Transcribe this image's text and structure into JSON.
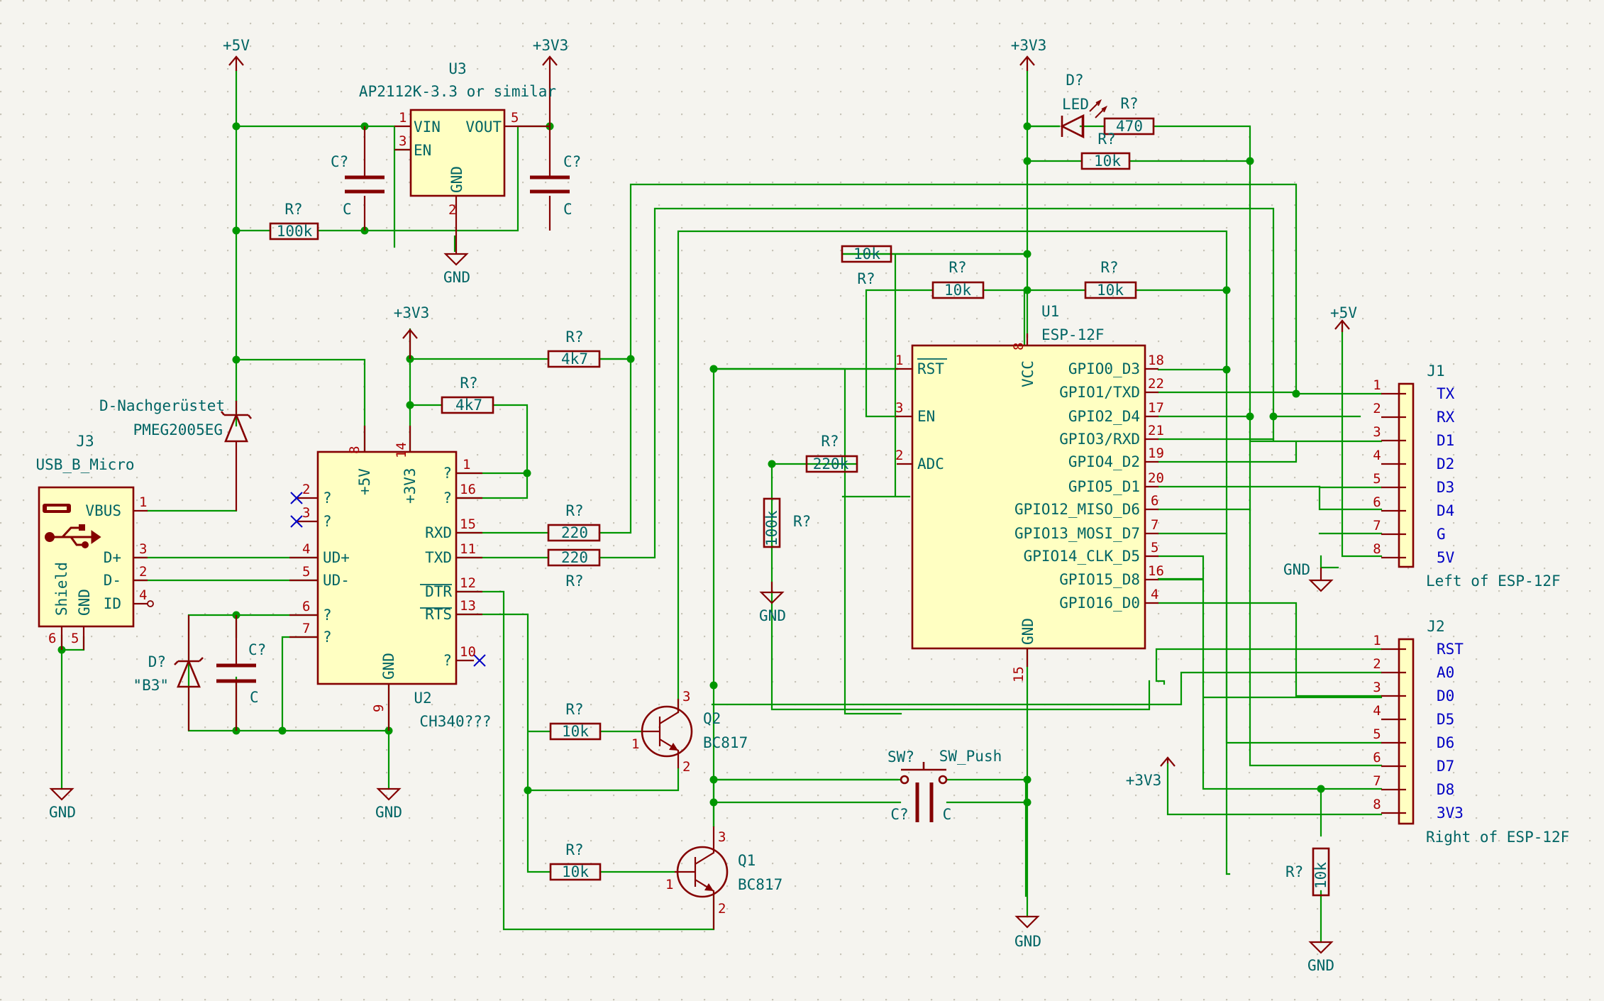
{
  "power": {
    "p5v_top": "+5V",
    "p3v3_ldo": "+3V3",
    "p3v3_ch340": "+3V3",
    "p3v3_esp": "+3V3",
    "p5v_j1": "+5V",
    "p3v3_j2": "+3V3",
    "gnd_ldo": "GND",
    "gnd_usb": "GND",
    "gnd_ch340": "GND",
    "gnd_adc": "GND",
    "gnd_j1": "GND",
    "gnd_esp": "GND",
    "gnd_j2": "GND"
  },
  "u3": {
    "ref": "U3",
    "value": "AP2112K-3.3 or similar",
    "vin": "VIN",
    "en": "EN",
    "vout": "VOUT",
    "gnd": "GND",
    "pin1": "1",
    "pin3": "3",
    "pin5": "5",
    "pin2": "2"
  },
  "caps": {
    "c_ldo_in_ref": "C?",
    "c_ldo_in_val": "C",
    "c_ldo_out_ref": "C?",
    "c_ldo_out_val": "C",
    "c_usb_ref": "C?",
    "c_usb_val": "C",
    "c_sw_ref": "C?",
    "c_sw_val": "C"
  },
  "resistors": {
    "r_100k_ldo_ref": "R?",
    "r_100k_ldo_val": "100k",
    "r_4k7_a_ref": "R?",
    "r_4k7_a_val": "4k7",
    "r_4k7_b_ref": "R?",
    "r_4k7_b_val": "4k7",
    "r_220_a_ref": "R?",
    "r_220_a_val": "220",
    "r_220_b_ref": "R?",
    "r_220_b_val": "220",
    "r_10k_q2_ref": "R?",
    "r_10k_q2_val": "10k",
    "r_10k_q1_ref": "R?",
    "r_10k_q1_val": "10k",
    "r_470_ref": "R?",
    "r_470_val": "470",
    "r_10k_led_ref": "R?",
    "r_10k_led_val": "10k",
    "r_10k_rst_ref": "R?",
    "r_10k_rst_val": "10k",
    "r_10k_en_ref": "R?",
    "r_10k_en_val": "10k",
    "r_10k_gpio0_ref": "R?",
    "r_10k_gpio0_val": "10k",
    "r_220k_ref": "R?",
    "r_220k_val": "220k",
    "r_100k_adc_ref": "R?",
    "r_100k_adc_val": "100k",
    "r_10k_j2_ref": "R?",
    "r_10k_j2_val": "10k"
  },
  "diodes": {
    "d_schottky_ref": "D-Nachgerüstet",
    "d_schottky_val": "PMEG2005EG",
    "d_zener_ref": "D?",
    "d_zener_val": "\"B3\"",
    "d_led_ref": "D?",
    "d_led_val": "LED"
  },
  "j3": {
    "ref": "J3",
    "value": "USB_B_Micro",
    "vbus": "VBUS",
    "dp": "D+",
    "dm": "D-",
    "id": "ID",
    "shield": "Shield",
    "gnd": "GND",
    "pin1": "1",
    "pin3": "3",
    "pin2": "2",
    "pin4": "4",
    "pin6": "6",
    "pin5": "5"
  },
  "u2": {
    "ref": "U2",
    "value": "CH340???",
    "p5v": "+5V",
    "p3v3": "+3V3",
    "gnd": "GND",
    "q1": "?",
    "q2": "?",
    "q3": "?",
    "q4": "?",
    "q5": "?",
    "q6": "?",
    "q7": "?",
    "udp": "UD+",
    "udm": "UD-",
    "rxd": "RXD",
    "txd": "TXD",
    "dtr": "DTR",
    "rts": "RTS",
    "pin8": "8",
    "pin14": "14",
    "pin9": "9",
    "pin2": "2",
    "pin3": "3",
    "pin4": "4",
    "pin5": "5",
    "pin6": "6",
    "pin7": "7",
    "pin1": "1",
    "pin16": "16",
    "pin15": "15",
    "pin11": "11",
    "pin12": "12",
    "pin13": "13",
    "pin10": "10"
  },
  "q2": {
    "ref": "Q2",
    "value": "BC817",
    "b": "1",
    "c": "3",
    "e": "2"
  },
  "q1": {
    "ref": "Q1",
    "value": "BC817",
    "b": "1",
    "c": "3",
    "e": "2"
  },
  "sw": {
    "ref": "SW?",
    "value": "SW_Push"
  },
  "u1": {
    "ref": "U1",
    "value": "ESP-12F",
    "rst": "RST",
    "en": "EN",
    "adc": "ADC",
    "vcc": "VCC",
    "gnd": "GND",
    "gpio0": "GPIO0_D3",
    "gpio1": "GPIO1/TXD",
    "gpio2": "GPIO2_D4",
    "gpio3": "GPIO3/RXD",
    "gpio4": "GPIO4_D2",
    "gpio5": "GPIO5_D1",
    "gpio12": "GPIO12_MISO_D6",
    "gpio13": "GPIO13_MOSI_D7",
    "gpio14": "GPIO14_CLK_D5",
    "gpio15": "GPIO15_D8",
    "gpio16": "GPIO16_D0",
    "pin1": "1",
    "pin3": "3",
    "pin2": "2",
    "pin8": "8",
    "pin15": "15",
    "pin18": "18",
    "pin22": "22",
    "pin17": "17",
    "pin21": "21",
    "pin19": "19",
    "pin20": "20",
    "pin6": "6",
    "pin7": "7",
    "pin5": "5",
    "pin16": "16",
    "pin4": "4"
  },
  "j1": {
    "ref": "J1",
    "value": "Left of ESP-12F",
    "labels": [
      "TX",
      "RX",
      "D1",
      "D2",
      "D3",
      "D4",
      "G",
      "5V"
    ],
    "pins": [
      "1",
      "2",
      "3",
      "4",
      "5",
      "6",
      "7",
      "8"
    ]
  },
  "j2": {
    "ref": "J2",
    "value": "Right of ESP-12F",
    "labels": [
      "RST",
      "A0",
      "D0",
      "D5",
      "D6",
      "D7",
      "D8",
      "3V3"
    ],
    "pins": [
      "1",
      "2",
      "3",
      "4",
      "5",
      "6",
      "7",
      "8"
    ]
  }
}
